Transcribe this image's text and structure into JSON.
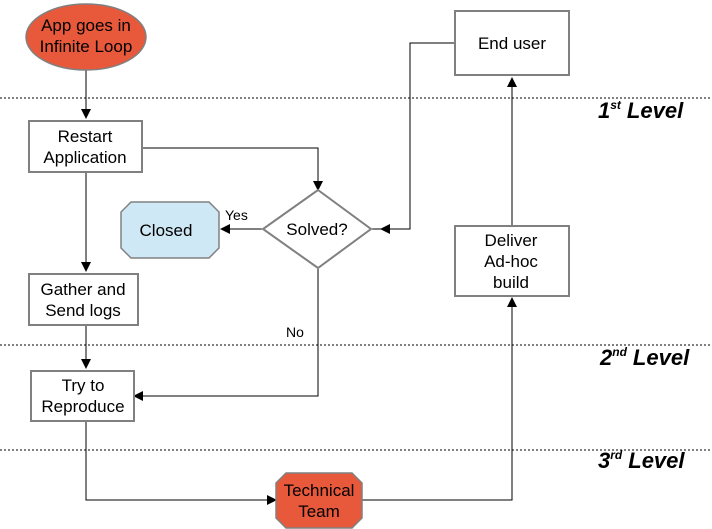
{
  "nodes": {
    "app_loop": {
      "lines": [
        "App goes in",
        "Infinite Loop"
      ],
      "fill": "#e8583b"
    },
    "restart": {
      "lines": [
        "Restart",
        "Application"
      ]
    },
    "gather": {
      "lines": [
        "Gather and",
        "Send logs"
      ]
    },
    "reproduce": {
      "lines": [
        "Try to",
        "Reproduce"
      ]
    },
    "closed": {
      "lines": [
        "Closed"
      ],
      "fill": "#cfe8f5"
    },
    "solved": {
      "lines": [
        "Solved?"
      ]
    },
    "end_user": {
      "lines": [
        "End user"
      ]
    },
    "deliver": {
      "lines": [
        "Deliver",
        "Ad-hoc",
        "build"
      ]
    },
    "tech": {
      "lines": [
        "Technical",
        "Team"
      ],
      "fill": "#e8583b"
    }
  },
  "edge_labels": {
    "yes": "Yes",
    "no": "No"
  },
  "levels": [
    {
      "num": "1",
      "sup": "st",
      "word": "Level"
    },
    {
      "num": "2",
      "sup": "nd",
      "word": "Level"
    },
    {
      "num": "3",
      "sup": "rd",
      "word": "Level"
    }
  ],
  "colors": {
    "box_stroke": "#808080",
    "line": "#000000",
    "divider": "#000000"
  }
}
